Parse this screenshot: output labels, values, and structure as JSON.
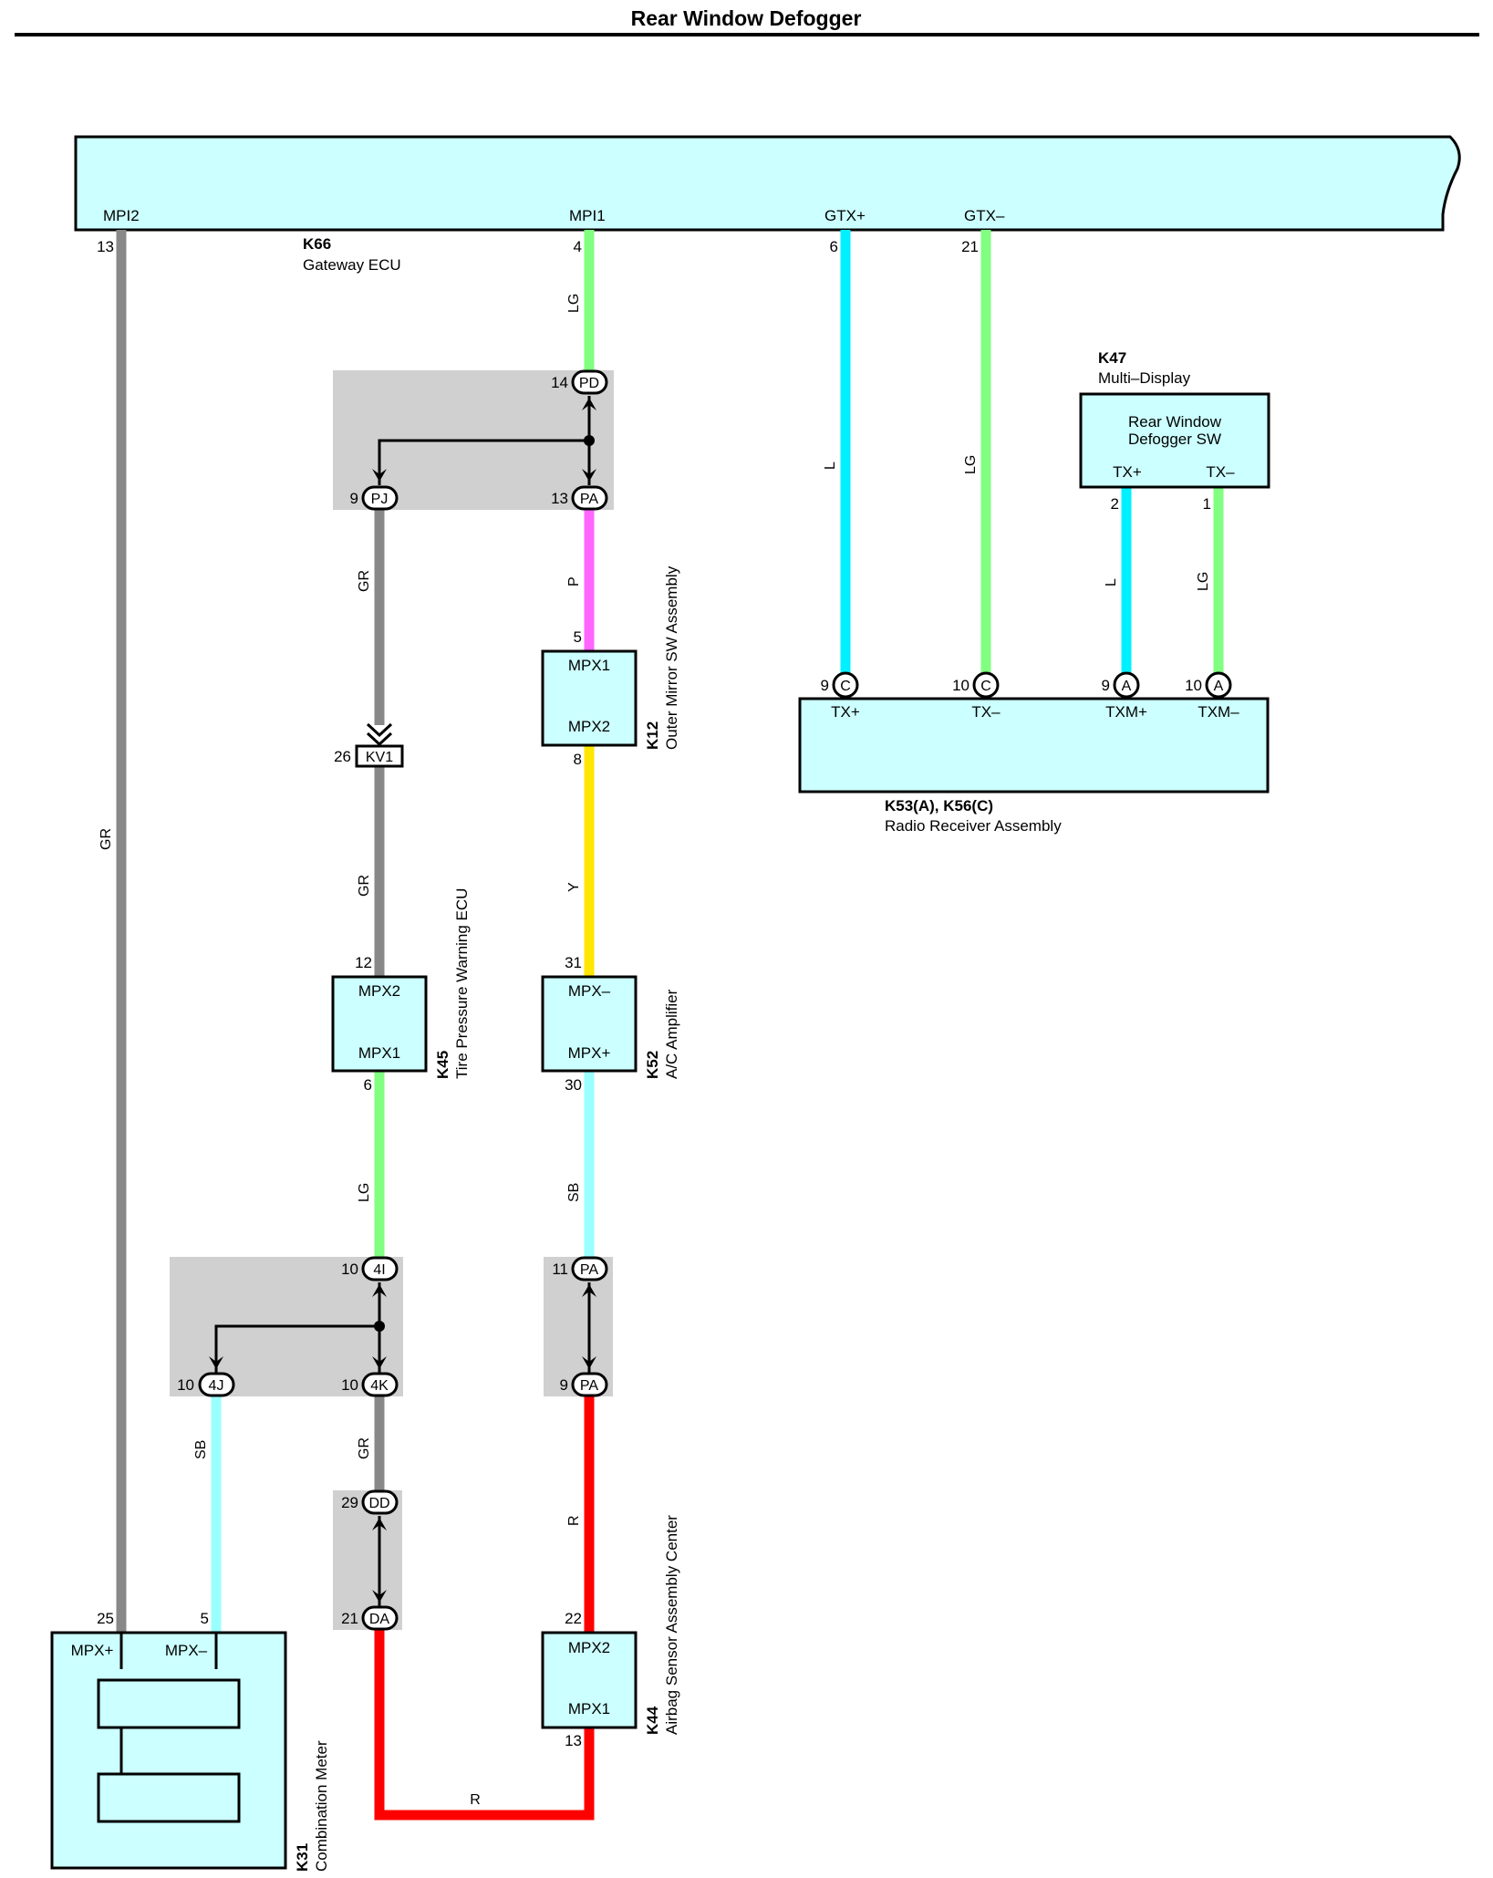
{
  "title": "Rear Window Defogger",
  "colors": {
    "component_fill": "#ccffff",
    "junction_fill": "#d0d0d0",
    "wire_GR": "#888888",
    "wire_LG": "#80ff80",
    "wire_L": "#00f0ff",
    "wire_P": "#ff66ff",
    "wire_Y": "#ffe600",
    "wire_SB": "#99ffff",
    "wire_R": "#ff0000"
  },
  "components": {
    "gateway": {
      "code": "K66",
      "name": "Gateway ECU",
      "mpi2": "MPI2",
      "mpi1": "MPI1",
      "gtxp": "GTX+",
      "gtxm": "GTX–",
      "pin_mpi2": "13",
      "pin_mpi1": "4",
      "pin_gtxp": "6",
      "pin_gtxm": "21"
    },
    "multi_display": {
      "code": "K47",
      "name": "Multi–Display",
      "inner": "Rear Window",
      "inner2": "Defogger SW",
      "txp": "TX+",
      "txm": "TX–",
      "pin_txp": "2",
      "pin_txm": "1"
    },
    "radio": {
      "code": "K53(A), K56(C)",
      "name": "Radio Receiver Assembly",
      "txp": "TX+",
      "txm": "TX–",
      "txmp": "TXM+",
      "txmm": "TXM–",
      "pin_txp": "9",
      "pin_txm": "10",
      "pin_txmp": "9",
      "pin_txmm": "10",
      "conn_c": "C",
      "conn_a": "A"
    },
    "outer_mirror": {
      "code": "K12",
      "name": "Outer Mirror SW Assembly",
      "top": "MPX1",
      "bottom": "MPX2",
      "pin_top": "5",
      "pin_bottom": "8"
    },
    "ac_amp": {
      "code": "K52",
      "name": "A/C Amplifier",
      "top": "MPX–",
      "bottom": "MPX+",
      "pin_top": "31",
      "pin_bottom": "30"
    },
    "tpms": {
      "code": "K45",
      "name": "Tire Pressure Warning ECU",
      "top": "MPX2",
      "bottom": "MPX1",
      "pin_top": "12",
      "pin_bottom": "6"
    },
    "airbag": {
      "code": "K44",
      "name": "Airbag Sensor Assembly Center",
      "top": "MPX2",
      "bottom": "MPX1",
      "pin_top": "22",
      "pin_bottom": "13"
    },
    "meter": {
      "code": "K31",
      "name": "Combination Meter",
      "mpxp": "MPX+",
      "mpxm": "MPX–",
      "pin_mpxp": "25",
      "pin_mpxm": "5"
    }
  },
  "connectors": {
    "pd": {
      "label": "PD",
      "pin": "14"
    },
    "pa_upper": {
      "label": "PA",
      "pin": "13"
    },
    "pj": {
      "label": "PJ",
      "pin": "9"
    },
    "kv1": {
      "label": "KV1",
      "pin": "26"
    },
    "c4i": {
      "label": "4I",
      "pin": "10"
    },
    "c4k": {
      "label": "4K",
      "pin": "10"
    },
    "c4j": {
      "label": "4J",
      "pin": "10"
    },
    "pa_mid": {
      "label": "PA",
      "pin": "11"
    },
    "pa_low": {
      "label": "PA",
      "pin": "9"
    },
    "dd": {
      "label": "DD",
      "pin": "29"
    },
    "da": {
      "label": "DA",
      "pin": "21"
    }
  },
  "wire_labels": {
    "gr_left": "GR",
    "lg_mpi1": "LG",
    "l_gtx": "L",
    "lg_gtx": "LG",
    "l_md": "L",
    "lg_md": "LG",
    "gr_pj": "GR",
    "p_pa": "P",
    "gr_kv1": "GR",
    "y_k12": "Y",
    "lg_tpms": "LG",
    "sb_k52": "SB",
    "sb_4j": "SB",
    "gr_4k": "GR",
    "r_pa": "R",
    "r_bottom": "R"
  }
}
